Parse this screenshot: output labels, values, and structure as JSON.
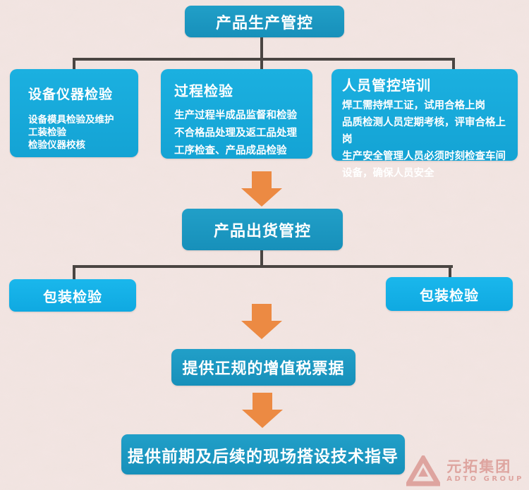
{
  "colors": {
    "background": "#f2e5e2",
    "node_teal": "#1b96c0",
    "branch_cyan": "#17aadc",
    "packaging_cyan": "#12b0e8",
    "arrow_orange": "#ec8a43",
    "connector_gray": "#4a4542",
    "logo_red": "#c2473e"
  },
  "flow": {
    "root": {
      "label": "产品生产管控"
    },
    "branches": [
      {
        "title": "设备仪器检验",
        "lines": [
          "设备模具检验及维护",
          "工装检验",
          "检验仪器校核"
        ]
      },
      {
        "title": "过程检验",
        "lines": [
          "生产过程半成品监督和检验",
          "不合格品处理及返工品处理",
          "工序检查、产品成品检验"
        ]
      },
      {
        "title": "人员管控培训",
        "lines": [
          "焊工需持焊工证，试用合格上岗",
          "品质检测人员定期考核，评审合格上岗",
          "生产安全管理人员必须时刻检查车间设备，确保人员安全"
        ]
      }
    ],
    "shipment": {
      "label": "产品出货管控"
    },
    "packaging_left": {
      "label": "包装检验"
    },
    "packaging_right": {
      "label": "包装检验"
    },
    "invoice": {
      "label": "提供正规的增值税票据"
    },
    "guidance": {
      "label": "提供前期及后续的现场搭设技术指导"
    }
  },
  "logo": {
    "name": "元拓集团",
    "subtitle": "ADTO GROUP"
  }
}
